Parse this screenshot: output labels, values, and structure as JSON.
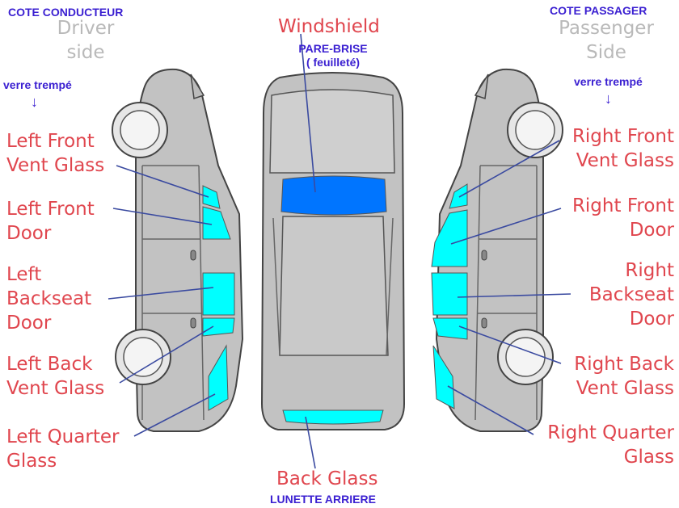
{
  "colors": {
    "glass": "#00ffff",
    "windshield": "#0075ff",
    "body": "#c2c2c2",
    "outline": "#444444",
    "leader": "#3a4aa0",
    "label_red": "#e0464e",
    "label_gray": "#b9b9b9",
    "label_blue": "#3a1fd1"
  },
  "driver_header": {
    "fr": "COTE CONDUCTEUR",
    "line1": "Driver",
    "line2": "side"
  },
  "passenger_header": {
    "fr": "COTE PASSAGER",
    "line1": "Passenger",
    "line2": "Side"
  },
  "tempered_left": "verre trempé",
  "tempered_right": "verre trempé",
  "arrow_glyph": "↓",
  "windshield": {
    "en": "Windshield",
    "fr1": "PARE-BRISE",
    "fr2": "( feuilleté)"
  },
  "back_glass": {
    "en": "Back Glass",
    "fr": "LUNETTE ARRIERE"
  },
  "left_labels": {
    "front_vent": [
      "Left Front",
      "Vent Glass"
    ],
    "front_door": [
      "Left Front",
      "Door"
    ],
    "backseat_door": [
      "Left",
      "Backseat",
      "Door"
    ],
    "back_vent": [
      "Left Back",
      "Vent Glass"
    ],
    "quarter": [
      "Left Quarter",
      "Glass"
    ]
  },
  "right_labels": {
    "front_vent": [
      "Right Front",
      "Vent Glass"
    ],
    "front_door": [
      "Right Front",
      "Door"
    ],
    "backseat_door": [
      "Right",
      "Backseat",
      "Door"
    ],
    "back_vent": [
      "Right Back",
      "Vent Glass"
    ],
    "quarter": [
      "Right Quarter",
      "Glass"
    ]
  }
}
